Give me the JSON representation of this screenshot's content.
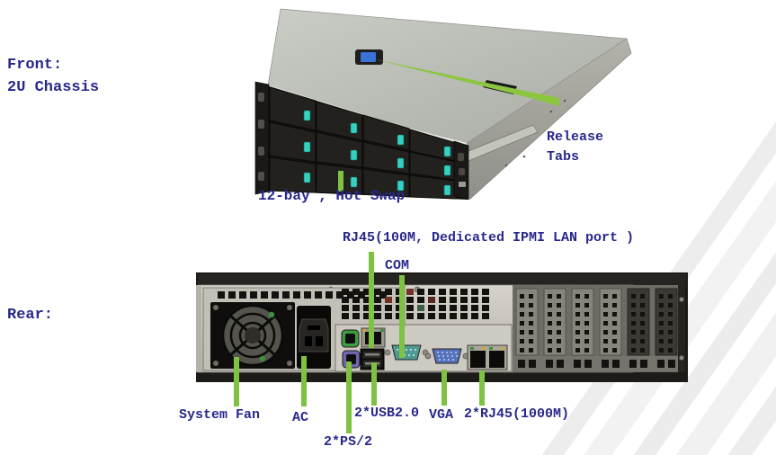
{
  "colors": {
    "label_text": "#28288C",
    "annotation_green": "#7FC242",
    "arrow_green": "#8CC63F",
    "teal_clip": "#35D0C0",
    "lid_silver": "#bcc0b8",
    "panel_beige": "#c8c5bd",
    "background": "#ffffff",
    "stripe_gray": "#ededed"
  },
  "front": {
    "heading_line1": "Front:",
    "heading_line2": "2U Chassis",
    "release_tabs_line1": "Release",
    "release_tabs_line2": "Tabs",
    "bays_label": "12-bay , Hot Swap",
    "bay_count": 12,
    "bay_columns": 4,
    "bay_rows": 3
  },
  "rear": {
    "heading": "Rear:",
    "ipmi_label": "RJ45(100M, Dedicated IPMI LAN port )",
    "com_label": "COM",
    "system_fan_label": "System Fan",
    "ac_label": "AC",
    "ps2_label": "2*PS/2",
    "usb_label": "2*USB2.0",
    "vga_label": "VGA",
    "lan_label": "2*RJ45(1000M)"
  }
}
